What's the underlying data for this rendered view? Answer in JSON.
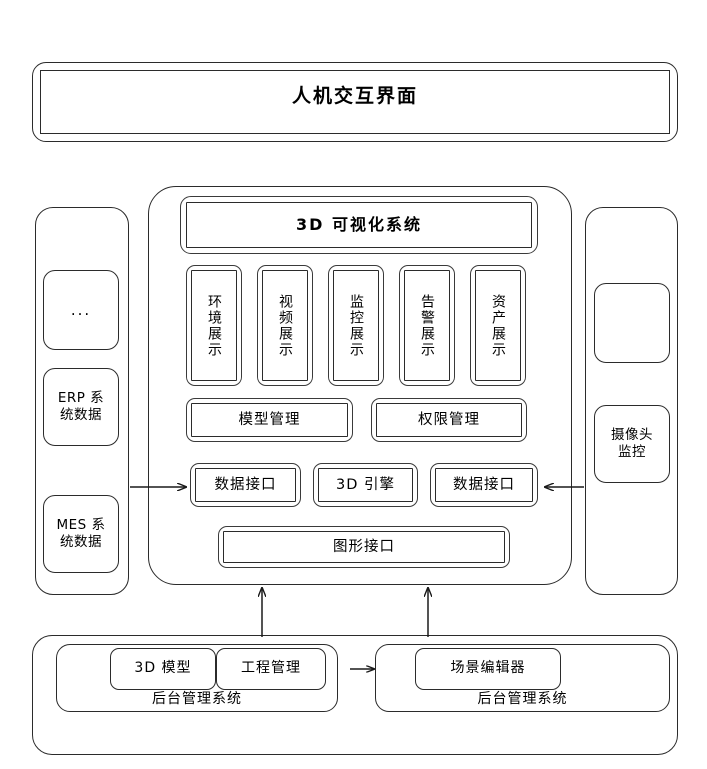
{
  "diagram": {
    "title_bar": {
      "label": "人机交互界面"
    },
    "left_panel": {
      "name": "data-source-panel",
      "items": [
        {
          "label": "..."
        },
        {
          "label": "ERP 系\n统数据"
        },
        {
          "label": "MES 系\n统数据"
        }
      ]
    },
    "right_panel": {
      "name": "device-panel",
      "items": [
        {
          "label": ""
        },
        {
          "label": "摄像头\n监控"
        }
      ]
    },
    "center": {
      "header": {
        "label": "3D 可视化系统"
      },
      "display_modules": [
        {
          "label": "环境展示"
        },
        {
          "label": "视频展示"
        },
        {
          "label": "监控展示"
        },
        {
          "label": "告警展示"
        },
        {
          "label": "资产展示"
        }
      ],
      "management": [
        {
          "label": "模型管理"
        },
        {
          "label": "权限管理"
        }
      ],
      "interfaces": [
        {
          "label": "数据接口"
        },
        {
          "label": "3D 引擎"
        },
        {
          "label": "数据接口"
        }
      ],
      "graphics_interface": {
        "label": "图形接口"
      }
    },
    "bottom": {
      "left_group": {
        "caption": "后台管理系统",
        "items": [
          {
            "label": "3D  模型"
          },
          {
            "label": "工程管理"
          }
        ]
      },
      "right_group": {
        "caption": "后台管理系统",
        "items": [
          {
            "label": "场景编辑器"
          }
        ]
      }
    },
    "arrows": [
      {
        "name": "arrow-left-to-data-interface",
        "direction": "right"
      },
      {
        "name": "arrow-right-to-data-interface",
        "direction": "left"
      },
      {
        "name": "arrow-backend-left-up",
        "direction": "up"
      },
      {
        "name": "arrow-backend-right-up",
        "direction": "up"
      },
      {
        "name": "arrow-backend-left-to-right",
        "direction": "right"
      }
    ],
    "colors": {
      "stroke": "#2b2b2b",
      "background": "#ffffff",
      "text": "#000000"
    }
  }
}
